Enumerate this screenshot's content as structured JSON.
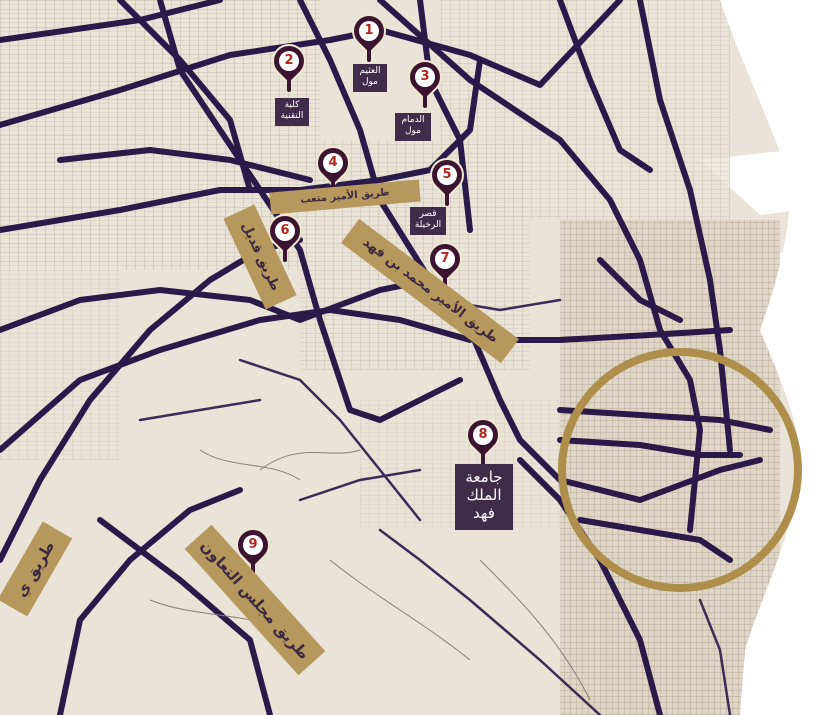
{
  "colors": {
    "land": "#e9e3d8",
    "water": "#ffffff",
    "road": "#2a1a4a",
    "pin": "#3b1530",
    "pin_number": "#b3261e",
    "label_dark": "#3e2c4a",
    "label_gold": "#b6975c",
    "highlight_ring": "#ad8f4b"
  },
  "markers": [
    {
      "number": "1"
    },
    {
      "number": "2"
    },
    {
      "number": "3"
    },
    {
      "number": "4"
    },
    {
      "number": "5"
    },
    {
      "number": "6"
    },
    {
      "number": "7"
    },
    {
      "number": "8"
    },
    {
      "number": "9"
    }
  ],
  "place_labels": {
    "m1": "العثيم مول",
    "m2": "كلية التقنية",
    "m3": "الدمام مول",
    "m5": "قصر الرخيلة",
    "m8": "جامعة الملك فهد"
  },
  "road_labels": {
    "prince_mutib": "طريق الأمير متعب",
    "qadisiyah": "طريق قديل",
    "prince_mohammed": "طريق الأمير محمد بن فهد",
    "gcc": "طريق مجلس التعاون",
    "left_edge": "طريق ي"
  },
  "icons": {
    "marker": "map-pin-icon",
    "highlight": "highlight-ring"
  }
}
